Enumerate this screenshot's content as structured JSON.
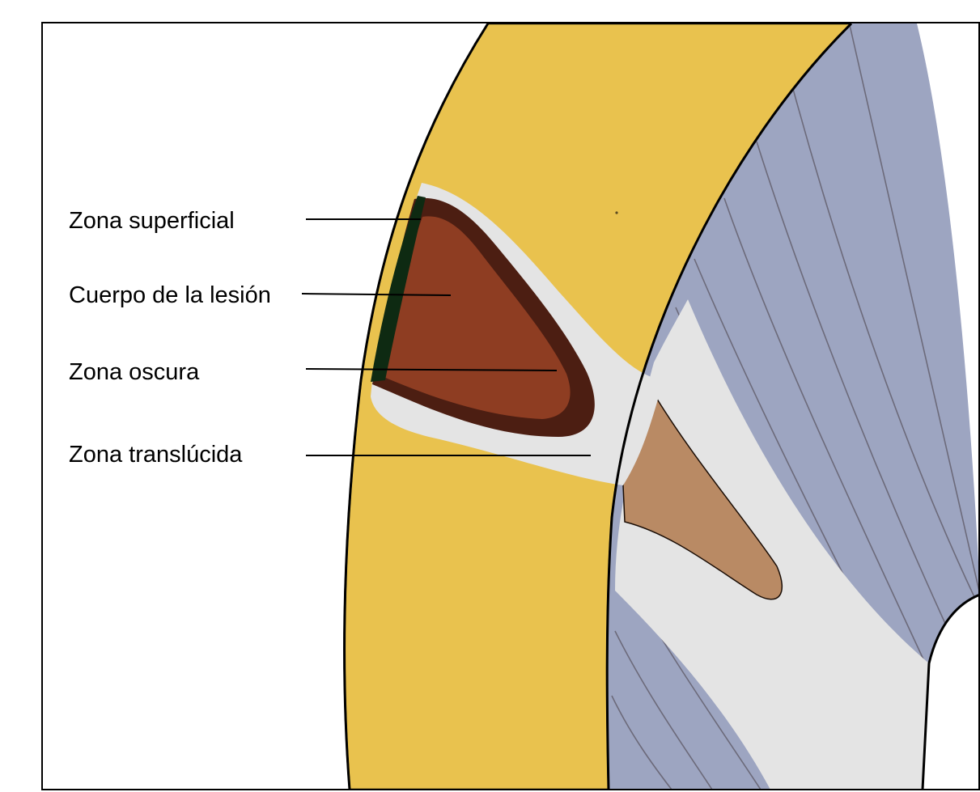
{
  "labels": {
    "superficial": "Zona superficial",
    "body": "Cuerpo de la lesión",
    "dark": "Zona oscura",
    "translucent": "Zona translúcida"
  },
  "colors": {
    "enamel": "#E9C24E",
    "dentin": "#9DA5C1",
    "tubule_lines": "#6C6A7A",
    "translucent_zone": "#E4E4E4",
    "lesion_body": "#8E3D22",
    "dark_zone": "#4C1E12",
    "surface_zone": "#0E2A12",
    "dentin_lesion": "#B98A64",
    "outline": "#000000",
    "background": "#FFFFFF"
  }
}
